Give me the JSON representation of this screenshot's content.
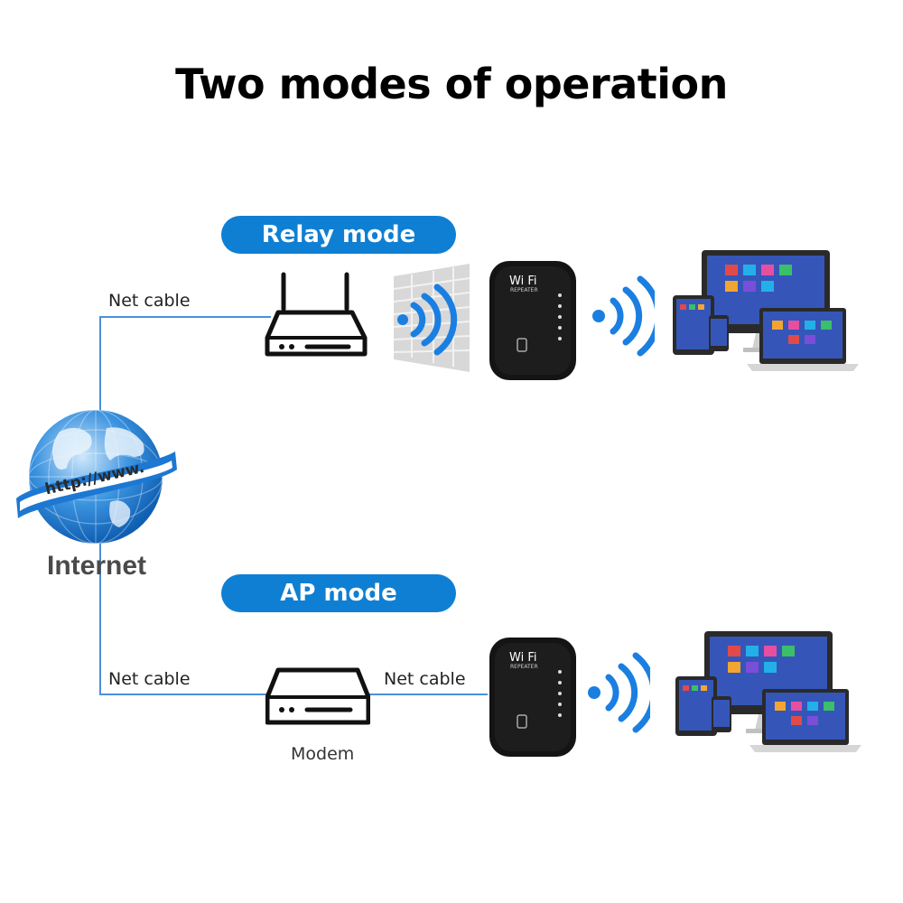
{
  "title": "Two modes of operation",
  "relay_mode": {
    "label": "Relay mode",
    "net_cable": "Net cable"
  },
  "ap_mode": {
    "label": "AP mode",
    "net_cable_left": "Net cable",
    "net_cable_right": "Net cable",
    "modem_label": "Modem"
  },
  "internet": {
    "label": "Internet",
    "globe_text": "http://www."
  },
  "repeater": {
    "brand": "Wi Fi",
    "sub": "REPEATER"
  },
  "colors": {
    "accent": "#0f7fd3",
    "cable": "#4a90d9",
    "signal": "#1a7fe0"
  }
}
